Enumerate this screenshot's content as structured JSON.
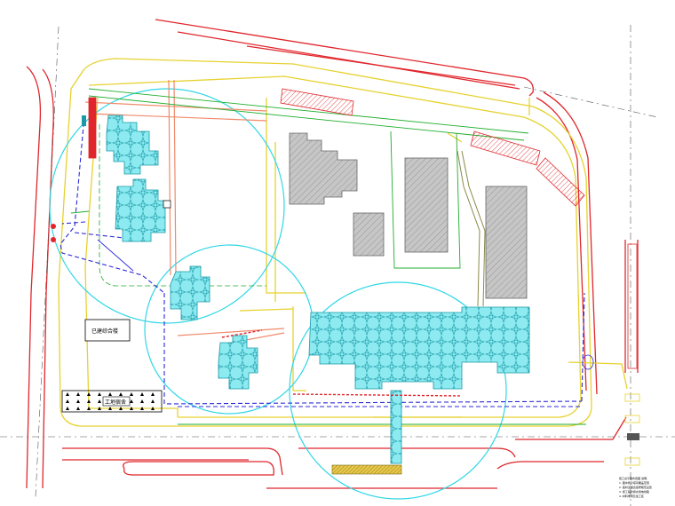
{
  "labels": {
    "office": "已建综合楼",
    "dormitory": "工地宿舍"
  },
  "legend_notes": [
    "施工总平面布置图 说明：",
    "1. 图中所示塔吊覆盖范围",
    "2. 临时道路宽度按规范设置",
    "3. 施工临时用水用电线路",
    "4. 材料堆场及加工区"
  ],
  "colors": {
    "road_outline": "#e0262c",
    "site_boundary": "#e6d230",
    "crane_radius": "#31d7e6",
    "building_fill": "#8ceaf0",
    "existing_building": "#bdbdbd",
    "water_line": "#2b2bd9",
    "power_line": "#1fae2c",
    "temporary_road": "#f08a6c"
  },
  "icons": {
    "hatch": "diagonal-hatch-pattern",
    "star": "star-tile-pattern"
  }
}
